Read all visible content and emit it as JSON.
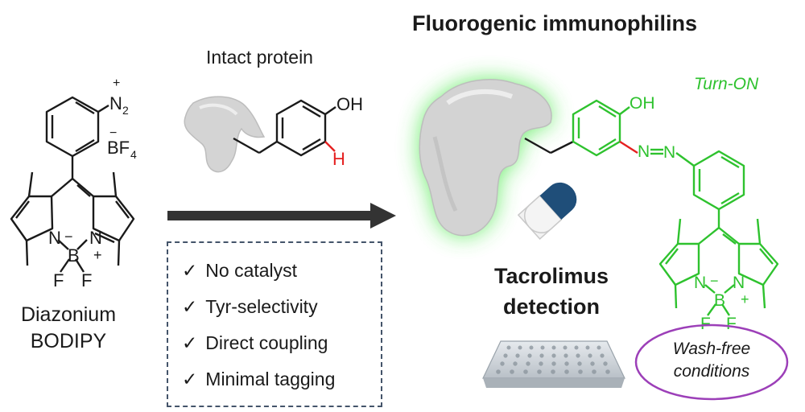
{
  "title": "Fluorogenic immunophilins",
  "intact_protein_label": "Intact protein",
  "reagent_label_line1": "Diazonium",
  "reagent_label_line2": "BODIPY",
  "features": [
    {
      "mark": "✓",
      "text": "No catalyst"
    },
    {
      "mark": "✓",
      "text": "Tyr-selectivity"
    },
    {
      "mark": "✓",
      "text": "Direct coupling"
    },
    {
      "mark": "✓",
      "text": "Minimal tagging"
    }
  ],
  "turn_on_label": "Turn-ON",
  "detection_line1": "Tacrolimus",
  "detection_line2": "detection",
  "wash_free_line1": "Wash-free",
  "wash_free_line2": "conditions",
  "atoms": {
    "oh": "OH",
    "h": "H",
    "n": "N",
    "n2": "N",
    "n2_sub": "2",
    "bf4": "BF",
    "bf4_sub": "4",
    "b": "B",
    "f": "F",
    "plus": "+",
    "minus": "−"
  },
  "colors": {
    "product_green": "#2ec22e",
    "highlight_red": "#e52020",
    "arrow": "#333333",
    "box_border": "#44546a",
    "ellipse": "#9c3fb8",
    "glow": "#39e639",
    "pill_blue": "#1f4e79"
  }
}
